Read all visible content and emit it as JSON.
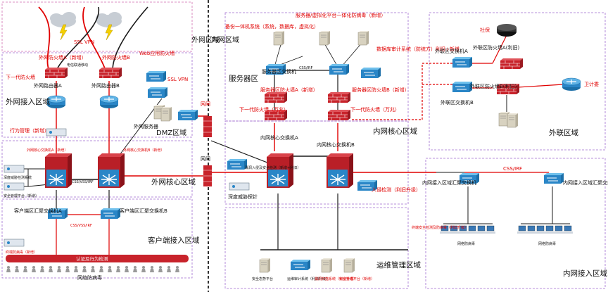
{
  "diagram": {
    "zones": {
      "external_access": "外网接入区域",
      "external_core": "外网核心区域",
      "client_access": "客户端接入区域",
      "external_net": "外网区域",
      "internal_net": "内网区域",
      "dmz": "DMZ区域",
      "server_zone": "服务器区",
      "internal_core": "内网核心区域",
      "ops": "运维管理区域",
      "extranet": "外联区域",
      "internal_access": "内网接入区域"
    },
    "labels": {
      "ssl_vpn_top": "SSL VPN",
      "fw_a": "外网防火墙A（新增）",
      "fw_b": "外网防火墙B",
      "next_gen_fw": "下一代防火墙",
      "router_a": "外网路由器A",
      "router_b": "外网路由器B",
      "telecom": "电信联通移动",
      "waf": "Web应用防火墙",
      "ssl_vpn": "SSL VPN",
      "ext_server": "外网服务器",
      "behavior_mgmt": "行为管理（新增）",
      "core_a": "外网核心交换机A（新增）",
      "core_b": "外网核心交换机B（新增）",
      "css": "CSS/VSS/IRF",
      "deep_threat": "深度威胁检测系统",
      "sec_mgmt": "安全管理平台（新增）",
      "agg_a": "客户端区汇聚交换机A",
      "agg_b": "客户端区汇聚交换机B",
      "css2": "CSS/VSS/IRF",
      "terminal_av": "终端防病毒（新增）",
      "auth_bar": "认证及行为检测",
      "net_av": "网络防病毒",
      "gateway_label": "网闸",
      "gateway_label2": "网闸",
      "backup": "备份一体机系统（系统，数据库，虚拟化）",
      "virt_av": "服务器/虚拟化平台一体化防病毒（新增）",
      "db_audit": "数据库审计系统（防统方）利旧+新增",
      "srv_switch": "服务器区交换机",
      "srv_irf": "CSS/IRF",
      "srv_fw_a": "服务器区防火墙A（新增）",
      "srv_fw_b": "服务器区防火墙B（新增）",
      "ngfw_a": "下一代防火墙（万兆）",
      "ngfw_b": "下一代防火墙（万兆）",
      "int_core_a": "内网核心交换机A",
      "int_core_b": "内网核心交换机B",
      "deep_probe": "深度威胁探针",
      "vuln_scan": "漏洞入侵及安全检测（新增+利旧）",
      "ips": "入侵检测（利旧升级）",
      "sec_situation": "安全态势平台",
      "ops_audit": "运维审计系统（利旧升级）",
      "vuln_sys": "漏洞扫描系统（利旧升级）",
      "sec_platform": "安全管理平台（新增）",
      "social": "社保",
      "ext_sw_a": "外联区交换机A",
      "ext_fw_a": "外联区防火墙A(利旧)",
      "ext_sw_b": "外联区交换机B",
      "ext_fw_b": "外联区防火墙B(利旧)",
      "health": "卫计委",
      "int_agg_a": "内网接入区域汇聚交换机",
      "int_agg_b": "内网接入区域汇聚交换机",
      "css_irf": "CSS/IRF",
      "terminal_sec": "终端安全检测及防病毒（利旧升级）",
      "net_av_a": "网络防病毒",
      "net_av_b": "网络防病毒"
    }
  }
}
